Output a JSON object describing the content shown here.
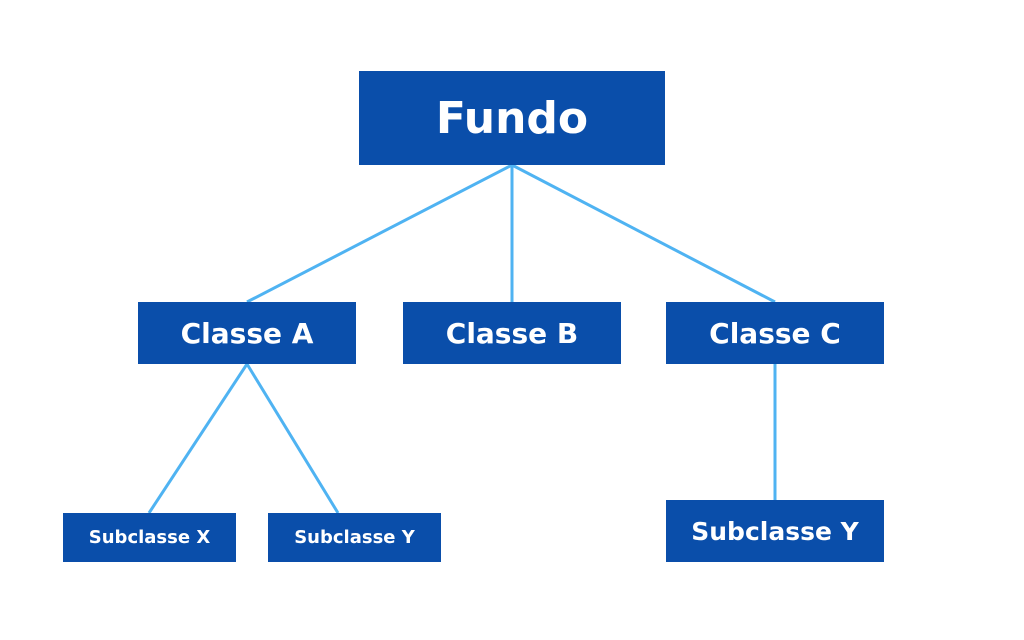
{
  "diagram": {
    "root": {
      "label": "Fundo"
    },
    "classes": [
      {
        "label": "Classe A"
      },
      {
        "label": "Classe B"
      },
      {
        "label": "Classe C"
      }
    ],
    "subclasses": [
      {
        "label": "Subclasse X",
        "parent": "Classe A"
      },
      {
        "label": "Subclasse Y",
        "parent": "Classe A"
      },
      {
        "label": "Subclasse Y",
        "parent": "Classe C"
      }
    ],
    "colors": {
      "node_fill": "#0a4eaa",
      "node_text": "#ffffff",
      "connector": "#4fb3f2",
      "background": "#ffffff"
    }
  }
}
